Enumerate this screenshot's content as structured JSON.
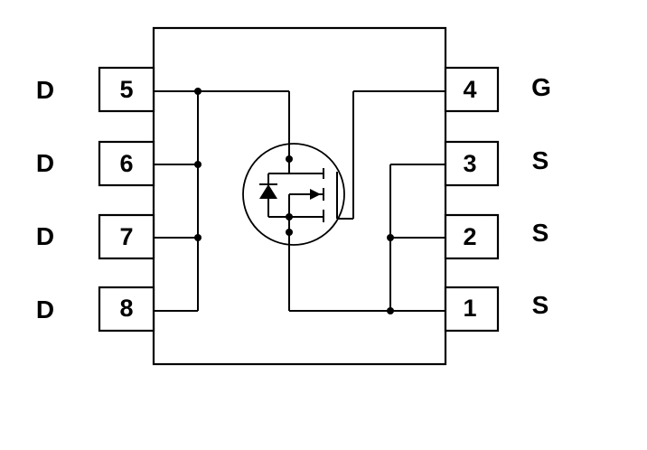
{
  "package": {
    "left_pins": [
      {
        "number": "5",
        "label": "D"
      },
      {
        "number": "6",
        "label": "D"
      },
      {
        "number": "7",
        "label": "D"
      },
      {
        "number": "8",
        "label": "D"
      }
    ],
    "right_pins": [
      {
        "number": "4",
        "label": "G"
      },
      {
        "number": "3",
        "label": "S"
      },
      {
        "number": "2",
        "label": "S"
      },
      {
        "number": "1",
        "label": "S"
      }
    ]
  },
  "symbol": {
    "device": "n-channel-mosfet-icon",
    "body_diode": "diode-icon"
  }
}
